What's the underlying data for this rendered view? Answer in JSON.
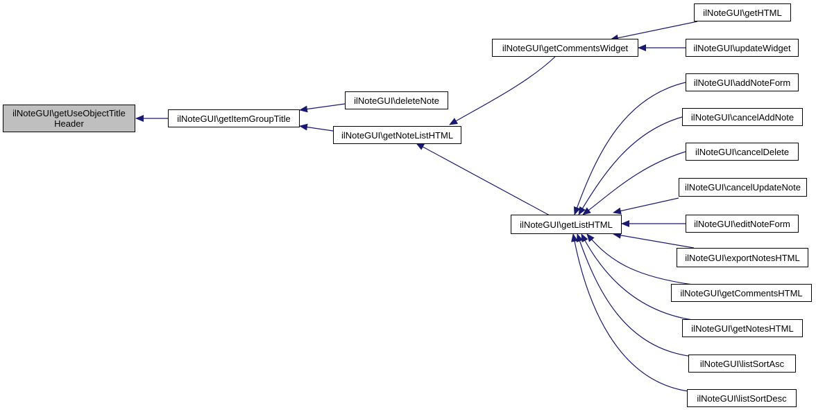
{
  "colors": {
    "edge": "#191970",
    "root_fill": "#bfbfbf",
    "node_fill": "#ffffff",
    "node_border": "#000000"
  },
  "nodes": {
    "root": {
      "line1": "ilNoteGUI\\getUseObjectTitle",
      "line2": "Header"
    },
    "getItemGroupTitle": "ilNoteGUI\\getItemGroupTitle",
    "deleteNote": "ilNoteGUI\\deleteNote",
    "getNoteListHTML": "ilNoteGUI\\getNoteListHTML",
    "getCommentsWidget": "ilNoteGUI\\getCommentsWidget",
    "getHTML": "ilNoteGUI\\getHTML",
    "updateWidget": "ilNoteGUI\\updateWidget",
    "getListHTML": "ilNoteGUI\\getListHTML",
    "addNoteForm": "ilNoteGUI\\addNoteForm",
    "cancelAddNote": "ilNoteGUI\\cancelAddNote",
    "cancelDelete": "ilNoteGUI\\cancelDelete",
    "cancelUpdateNote": "ilNoteGUI\\cancelUpdateNote",
    "editNoteForm": "ilNoteGUI\\editNoteForm",
    "exportNotesHTML": "ilNoteGUI\\exportNotesHTML",
    "getCommentsHTML": "ilNoteGUI\\getCommentsHTML",
    "getNotesHTML": "ilNoteGUI\\getNotesHTML",
    "listSortAsc": "ilNoteGUI\\listSortAsc",
    "listSortDesc": "ilNoteGUI\\listSortDesc"
  }
}
